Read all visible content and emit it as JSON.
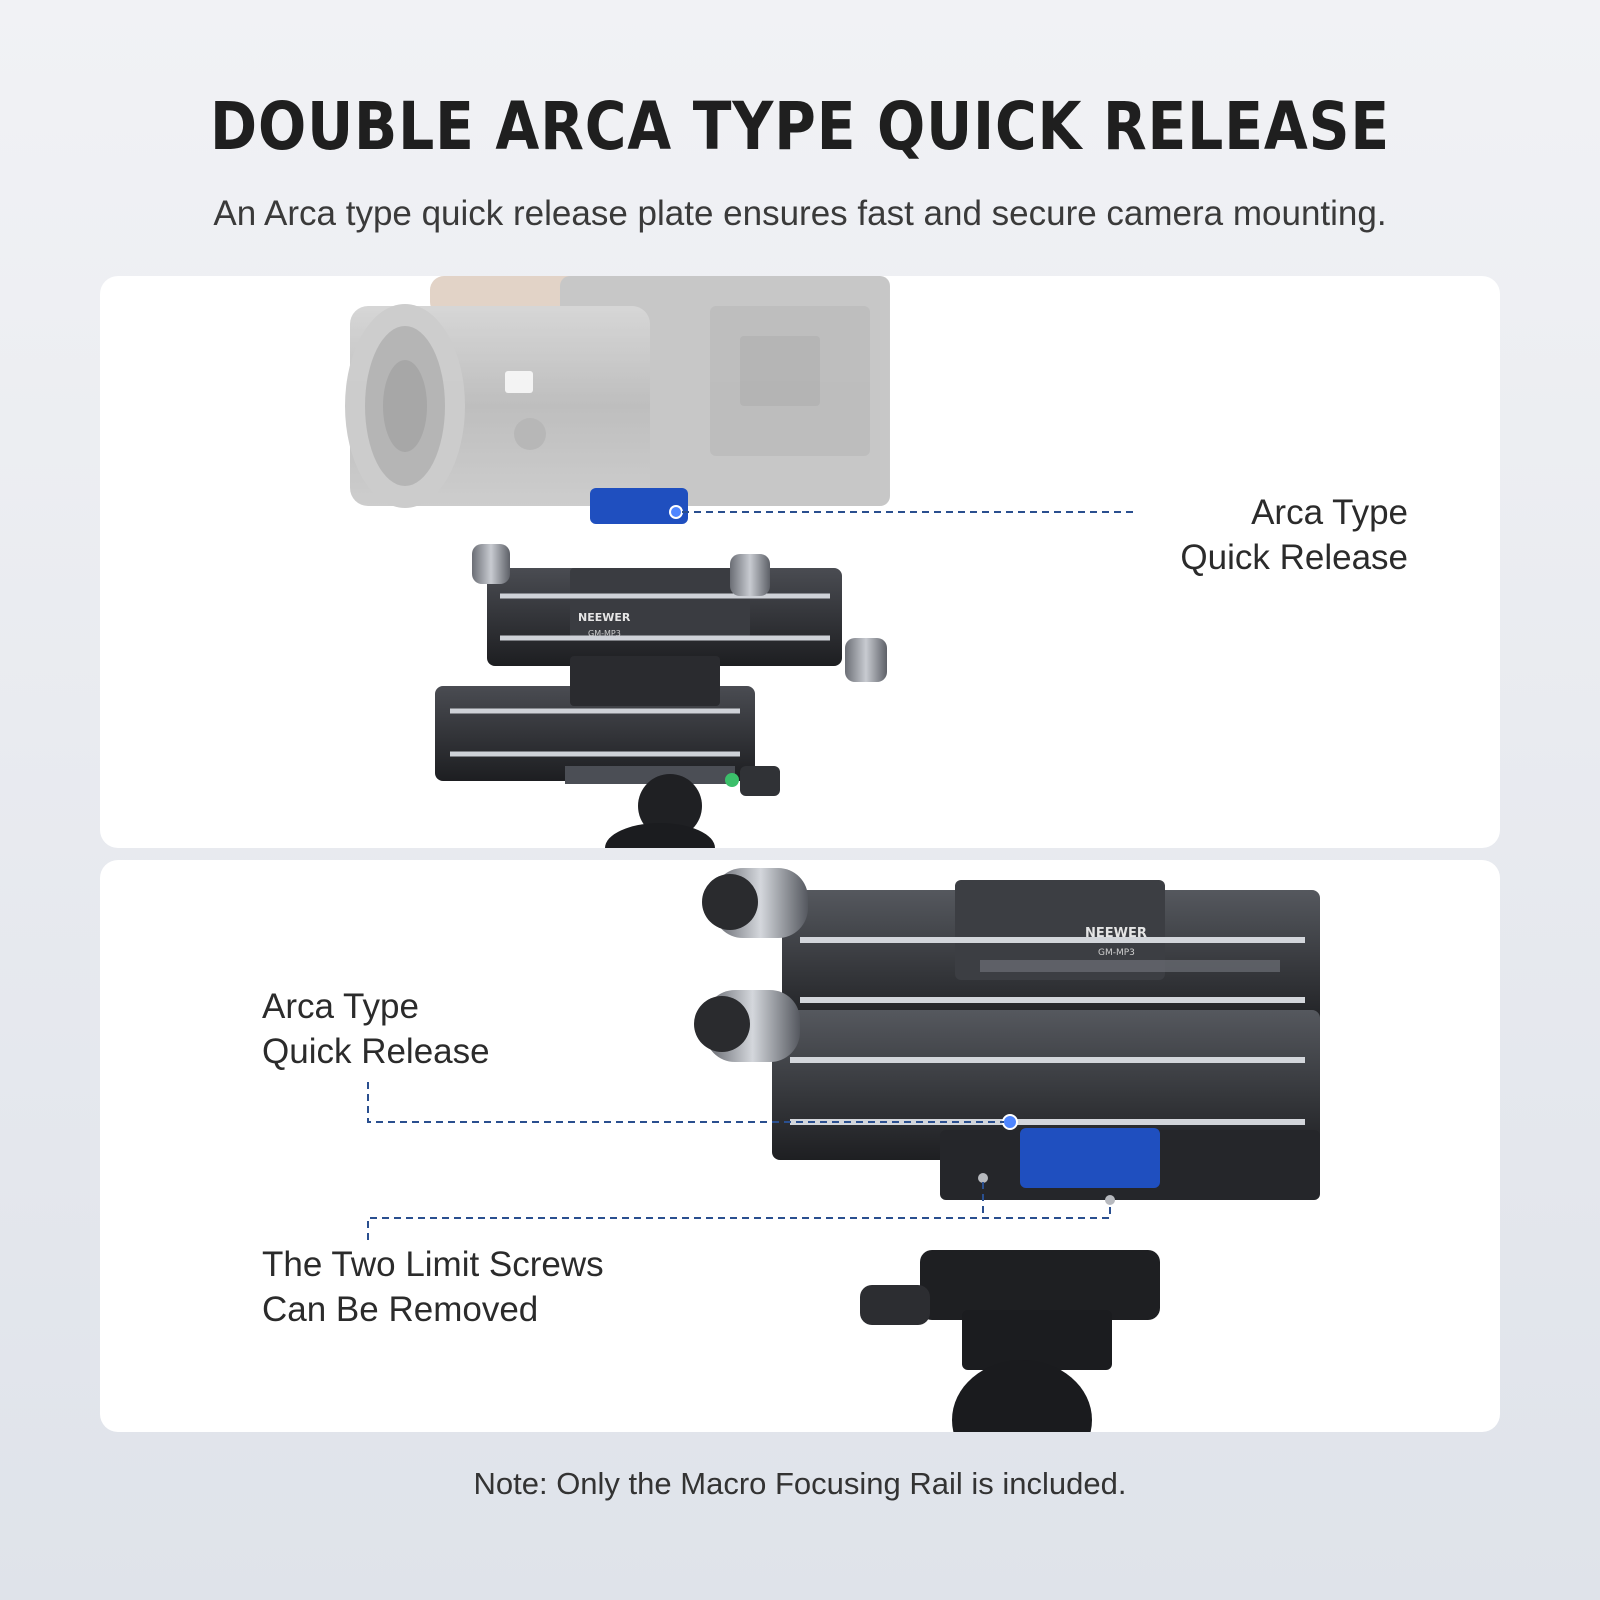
{
  "header": {
    "title": "DOUBLE ARCA TYPE QUICK RELEASE",
    "subtitle": "An Arca type quick release plate ensures fast and secure camera mounting."
  },
  "top_panel": {
    "callout": [
      "Arca Type",
      "Quick Release"
    ],
    "brand_mark": "NEEWER",
    "model_mark": "GM-MP3"
  },
  "bottom_panel": {
    "callout_release": [
      "Arca Type",
      "Quick Release"
    ],
    "callout_screws": [
      "The Two Limit Screws",
      "Can Be Removed"
    ],
    "brand_mark": "NEEWER",
    "model_mark": "GM-MP3"
  },
  "footer": {
    "note": "Note: Only the Macro Focusing Rail is included."
  },
  "colors": {
    "accent_blue": "#1f4fbf",
    "callout_line": "#2a4f8f",
    "rail_dark": "#2b2d31"
  }
}
